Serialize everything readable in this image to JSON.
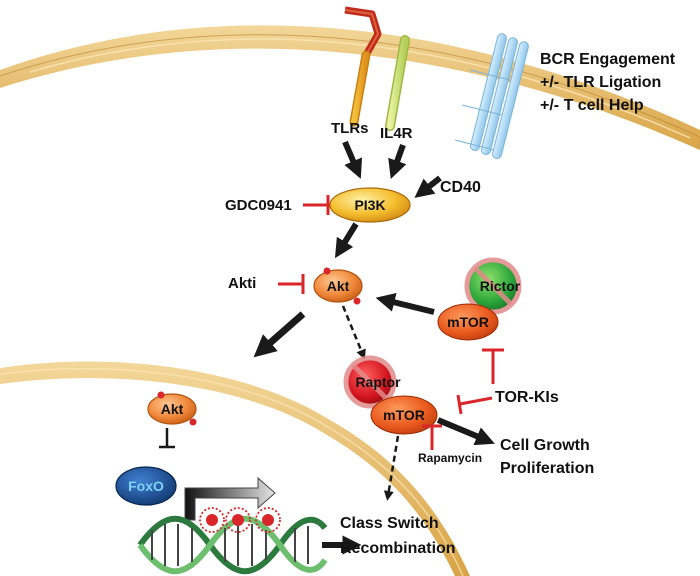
{
  "header": {
    "lines": [
      "BCR Engagement",
      "+/- TLR Ligation",
      "+/- T cell Help"
    ]
  },
  "receptors": {
    "tlrs": "TLRs",
    "il4r": "IL4R",
    "cd40": "CD40"
  },
  "nodes": {
    "pi3k": "PI3K",
    "akt_cyto": "Akt",
    "akt_nuc": "Akt",
    "foxo": "FoxO",
    "rictor": "Rictor",
    "mtor_c2": "mTOR",
    "raptor": "Raptor",
    "mtor_c1": "mTOR"
  },
  "inhibitors": {
    "gdc0941": "GDC0941",
    "akti": "Akti",
    "torkis": "TOR-KIs",
    "rapamycin": "Rapamycin"
  },
  "outcomes": {
    "growth_line1": "Cell Growth",
    "growth_line2": "Proliferation",
    "csr_line1": "Class Switch",
    "csr_line2": "Recombination"
  },
  "colors": {
    "membrane": "#e7b85f",
    "pi3k": "#f2b731",
    "akt": "#f08a3c",
    "mtor": "#ea5a1e",
    "rictor": "#2aa53a",
    "raptor": "#d3151f",
    "inhibitor": "#d9262a",
    "foxo": "#1e4e8c",
    "arrow": "#222222"
  }
}
